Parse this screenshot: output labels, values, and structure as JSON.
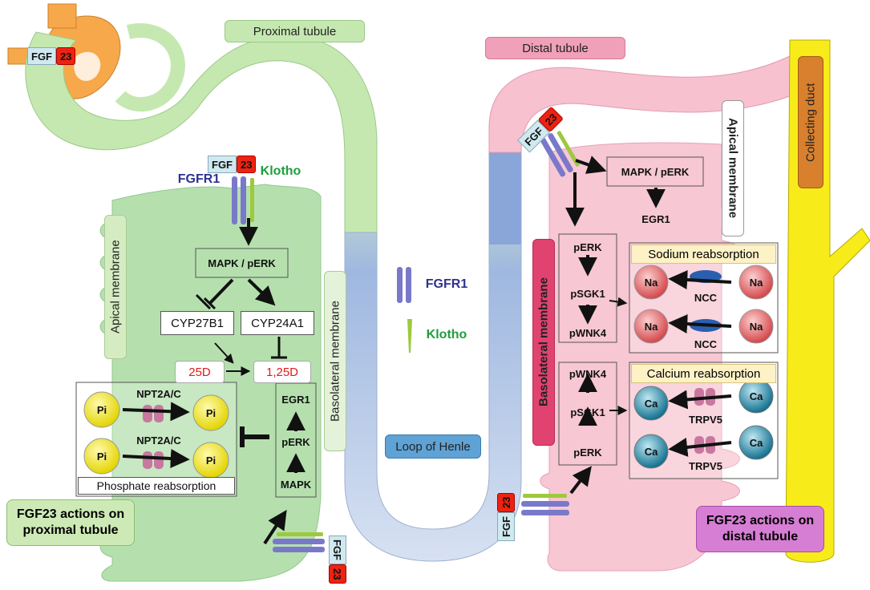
{
  "labels": {
    "proximal_tubule": "Proximal tubule",
    "distal_tubule": "Distal tubule",
    "collecting_duct": "Collecting duct",
    "loop_of_henle": "Loop of Henle",
    "apical_membrane_left": "Apical membrane",
    "basolateral_membrane_left": "Basolateral membrane",
    "apical_membrane_right": "Apical membrane",
    "basolateral_membrane_right": "Basolateral membrane",
    "fgfr1": "FGFR1",
    "klotho": "Klotho",
    "fgfr1_legend": "FGFR1",
    "klotho_legend": "Klotho",
    "fgf": "FGF",
    "fgf_num": "23",
    "mapk_perk_left": "MAPK / pERK",
    "cyp27b1": "CYP27B1",
    "cyp24a1": "CYP24A1",
    "d25": "25D",
    "d125": "1,25D",
    "egr1_left": "EGR1",
    "perk_left": "pERK",
    "mapk_left": "MAPK",
    "npt_top": "NPT2A/C",
    "npt_bottom": "NPT2A/C",
    "pi": "Pi",
    "phosphate_reabsorption": "Phosphate reabsorption",
    "actions_proximal": "FGF23 actions on proximal tubule",
    "mapk_perk_right": "MAPK / pERK",
    "egr1_right": "EGR1",
    "perk_r1": "pERK",
    "psgk1_r1": "pSGK1",
    "pwnk4_r1": "pWNK4",
    "pwnk4_r2": "pWNK4",
    "psgk1_r2": "pSGK1",
    "perk_r2": "pERK",
    "sodium_reabsorption": "Sodium reabsorption",
    "calcium_reabsorption": "Calcium reabsorption",
    "na": "Na",
    "ncc": "NCC",
    "ca": "Ca",
    "trpv5": "TRPV5",
    "actions_distal": "FGF23 actions on distal tubule"
  },
  "colors": {
    "proximal_green": "#c5e8b0",
    "proximal_cell": "#a9dba0",
    "distal_pink": "#f7c1cf",
    "collecting_yellow": "#f7ec1a",
    "glomerulus_orange": "#f7a84a",
    "loop_blue": "#9fb8e0",
    "fgfr1_purple": "#7a79c9",
    "klotho_green": "#9ec93c",
    "fgf_red": "#e21a1a",
    "na_red": "#e0595c",
    "ca_blue": "#1f86a8",
    "pi_yellow": "#f3e81c",
    "transporter_pink": "#c878a0",
    "ncc_blue": "#2a5fb0"
  }
}
